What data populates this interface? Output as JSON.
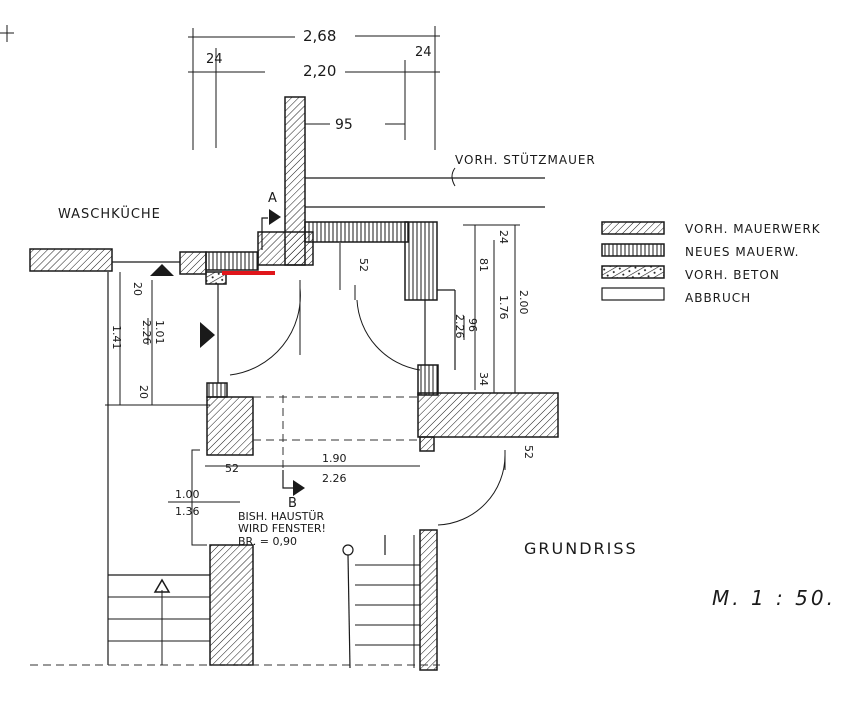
{
  "title": "GRUNDRISS",
  "scale": "M. 1 : 50.",
  "rooms": {
    "waschkueche": "WASCHKÜCHE"
  },
  "annotations": {
    "stuetzmauer": "VORH. STÜTZMAUER",
    "note_line1": "BISH. HAUSTÜR",
    "note_line2": "WIRD FENSTER!",
    "note_line3": "BR. = 0,90",
    "section_a": "A",
    "section_b": "B"
  },
  "dimensions": {
    "overall_width": "2,68",
    "inner_width": "2,20",
    "left_wall": "24",
    "right_wall": "24",
    "offset": "95",
    "d20_top": "20",
    "d101": "1.01",
    "d226_left": "2.26",
    "d141": "1.41",
    "d20_bottom": "20",
    "d52_a": "52",
    "d24_right": "24",
    "d81": "81",
    "d176": "1.76",
    "d200": "2.00",
    "d96": "96",
    "d226_right": "2.26",
    "d34": "34",
    "d52_b": "52",
    "d52_c": "52",
    "d190": "1.90",
    "d226_mid": "2.26",
    "d100": "1.00",
    "d136": "1.36"
  },
  "legend": [
    {
      "label": "VORH. MAUERWERK",
      "pattern": "hatch"
    },
    {
      "label": "NEUES MAUERW.",
      "pattern": "vertical"
    },
    {
      "label": "VORH. BETON",
      "pattern": "beton"
    },
    {
      "label": "ABBRUCH",
      "pattern": "empty"
    }
  ],
  "colors": {
    "ink": "#1a1a1a",
    "highlight": "#e0161b"
  }
}
